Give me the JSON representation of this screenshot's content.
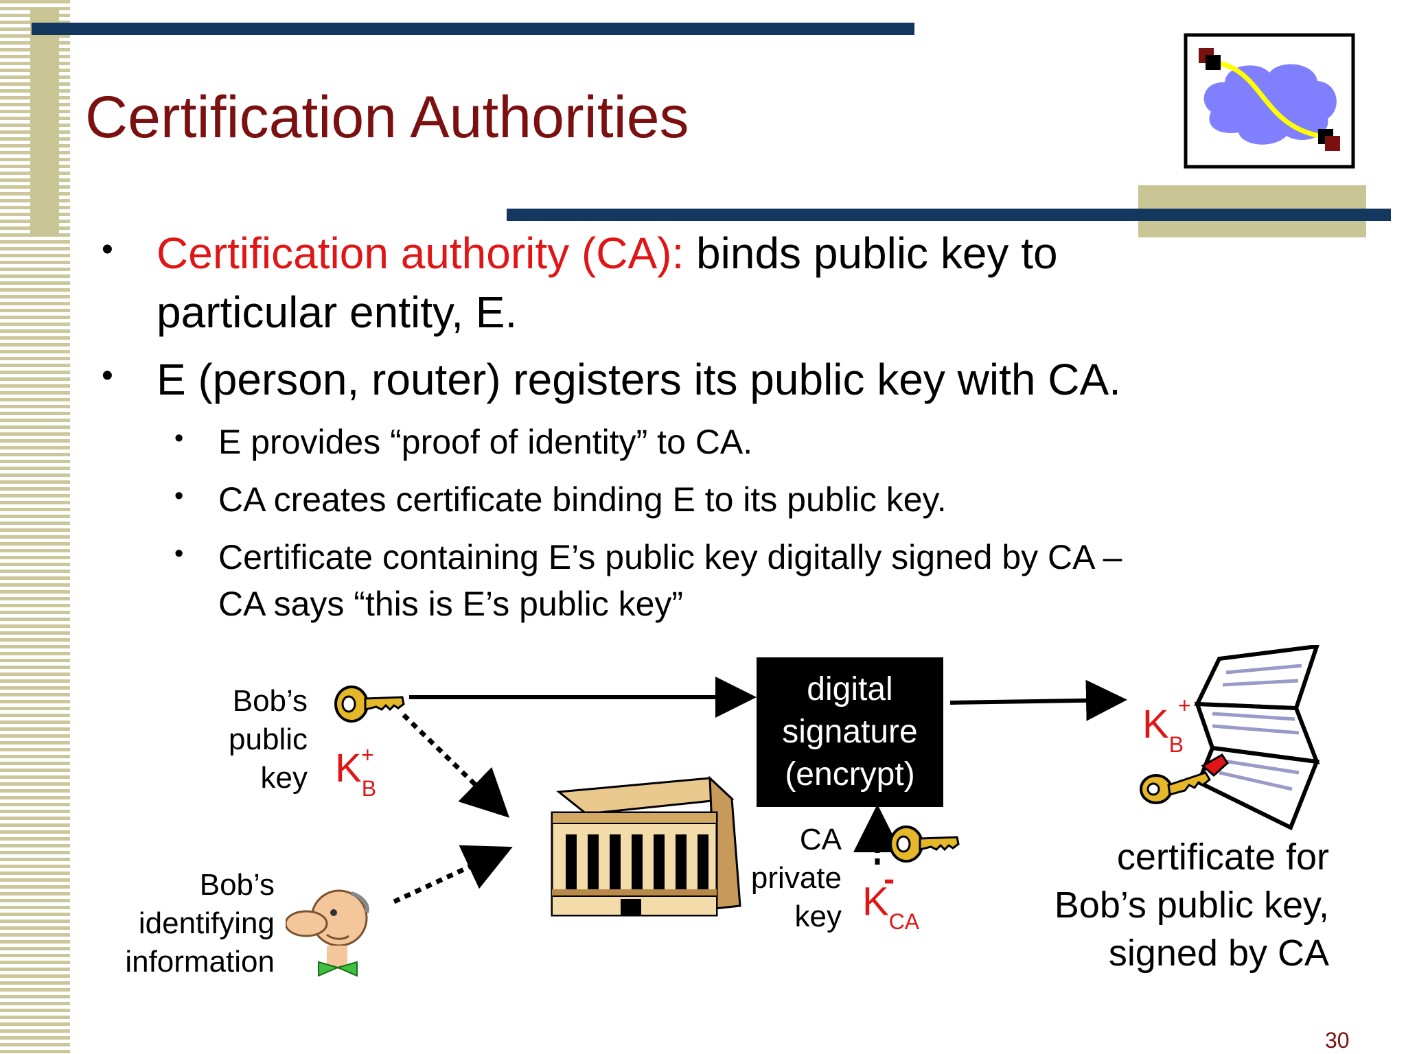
{
  "slide": {
    "title": "Certification Authorities",
    "page_number": "30",
    "bullets": [
      {
        "highlight": "Certification authority (CA):",
        "text_line1": " binds public key to",
        "text_line2": "particular entity, E."
      },
      {
        "text": "E (person, router) registers its public key with CA."
      }
    ],
    "sub_bullets": [
      {
        "text": "E provides “proof of identity” to CA."
      },
      {
        "text": "CA creates certificate binding E to its public key."
      },
      {
        "line1": "Certificate containing E’s public key digitally signed by CA –",
        "line2": "CA says “this is E’s public key”"
      }
    ]
  },
  "diagram": {
    "bob_public_key_label": [
      "Bob’s",
      "public",
      "key"
    ],
    "bob_key_symbol": {
      "base": "K",
      "sub": "B",
      "sup": "+"
    },
    "bob_identity_label": [
      "Bob’s",
      "identifying",
      "information"
    ],
    "signature_box": [
      "digital",
      "signature",
      "(encrypt)"
    ],
    "ca_private_key_label": [
      "CA",
      "private",
      "key"
    ],
    "ca_key_symbol": {
      "base": "K",
      "sub": "CA",
      "sup": "-"
    },
    "cert_key_symbol": {
      "base": "K",
      "sub": "B",
      "sup": "+"
    },
    "certificate_label": [
      "certificate for",
      "Bob’s public key,",
      "signed by CA"
    ]
  },
  "colors": {
    "title": "#7b1010",
    "highlight": "#e01616",
    "bar": "#14375f",
    "olive": "#c9c594"
  },
  "icons": [
    "key-icon",
    "building-icon",
    "person-icon",
    "certificate-icon",
    "network-cloud-icon"
  ]
}
